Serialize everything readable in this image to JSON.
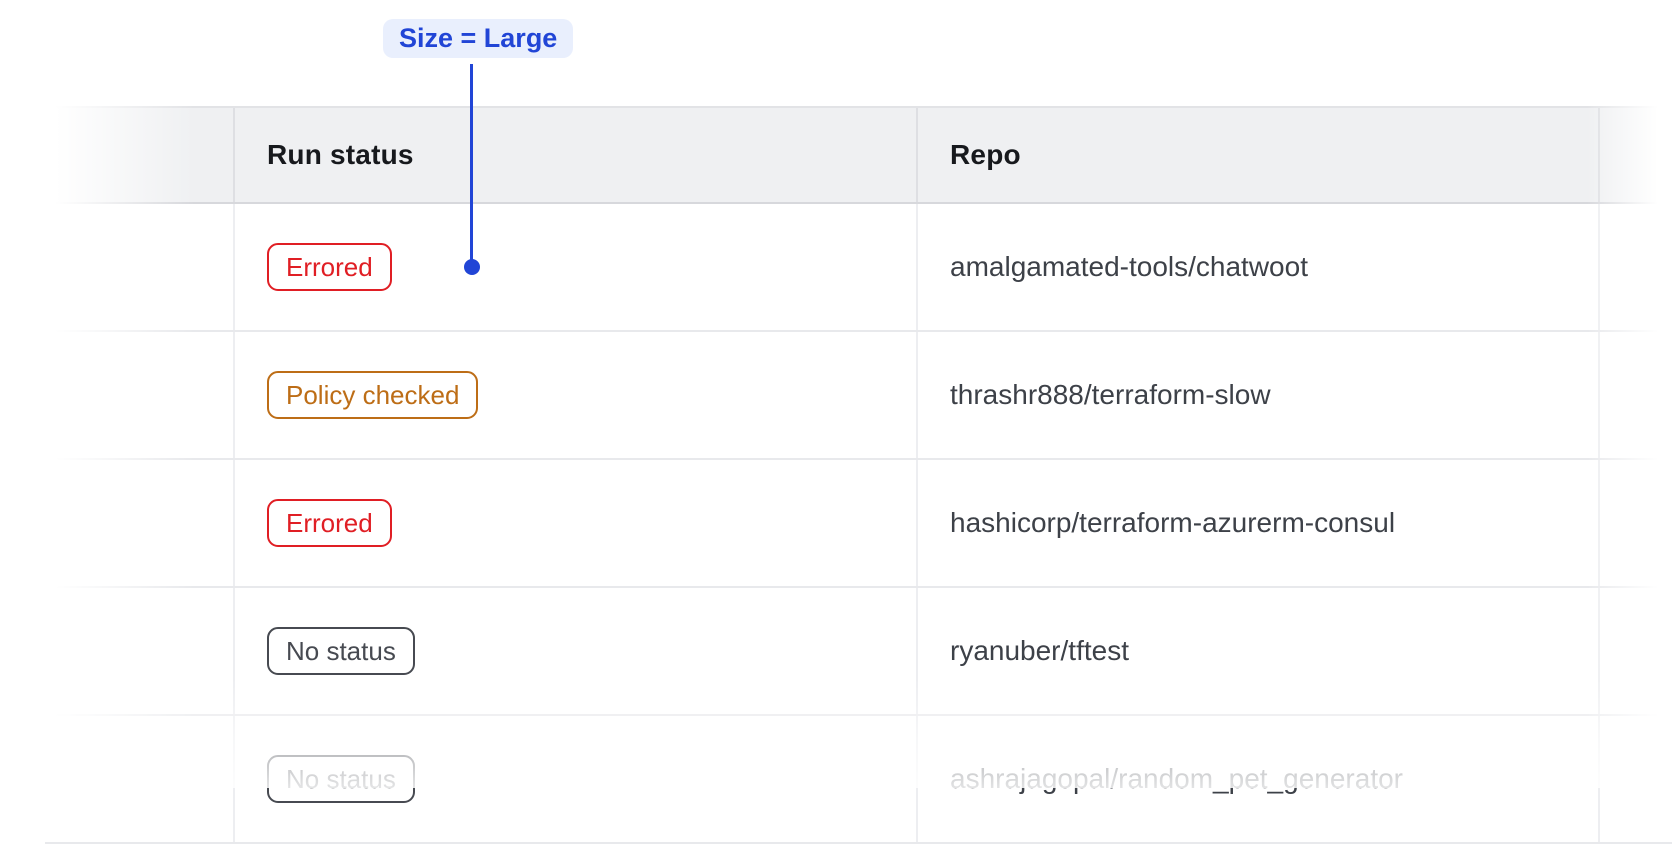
{
  "annotation": {
    "label": "Size = Large"
  },
  "colors": {
    "accent": "#2145d6",
    "accent_label_bg": "#e9effd",
    "header_bg": "#eff0f2",
    "status": {
      "errored": "#e01e24",
      "policy_checked": "#bd6d16",
      "no_status": "#474a51"
    }
  },
  "table": {
    "headers": {
      "run_status": "Run status",
      "repo": "Repo"
    },
    "rows": [
      {
        "status_label": "Errored",
        "status_type": "errored",
        "repo": "amalgamated-tools/chatwoot"
      },
      {
        "status_label": "Policy checked",
        "status_type": "policy_checked",
        "repo": "thrashr888/terraform-slow"
      },
      {
        "status_label": "Errored",
        "status_type": "errored",
        "repo": "hashicorp/terraform-azurerm-consul"
      },
      {
        "status_label": "No status",
        "status_type": "no_status",
        "repo": "ryanuber/tftest"
      },
      {
        "status_label": "No status",
        "status_type": "no_status",
        "repo": "ashrajagopal/random_pet_generator"
      }
    ]
  }
}
